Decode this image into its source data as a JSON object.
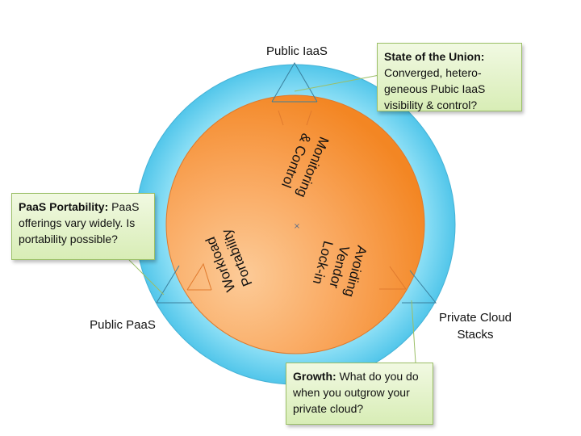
{
  "vertices": {
    "top": "Public IaaS",
    "left": "Public PaaS",
    "right_line1": "Private Cloud",
    "right_line2": "Stacks"
  },
  "inner_labels": {
    "top_line1": "Monitoring",
    "top_line2": "& Control",
    "left_line1": "Workload",
    "left_line2": "Portability",
    "right_line1": "Avoiding",
    "right_line2": "Vendor",
    "right_line3": "Lock-in"
  },
  "center_mark": "×",
  "callouts": {
    "state": {
      "lead": "State of the Union:",
      "text": " Converged, hetero-geneous Pubic IaaS visibility & control?"
    },
    "paas": {
      "lead": "PaaS Portability:",
      "text": " PaaS offerings vary widely. Is portability possible?"
    },
    "growth": {
      "lead": "Growth:",
      "text": " What do you do when you outgrow your private cloud?"
    }
  },
  "colors": {
    "outer_ring": "#5fcfee",
    "inner_circle": "#f7963c",
    "callout_border": "#9bbf67",
    "triangle_stroke": "#3a7f9c"
  }
}
